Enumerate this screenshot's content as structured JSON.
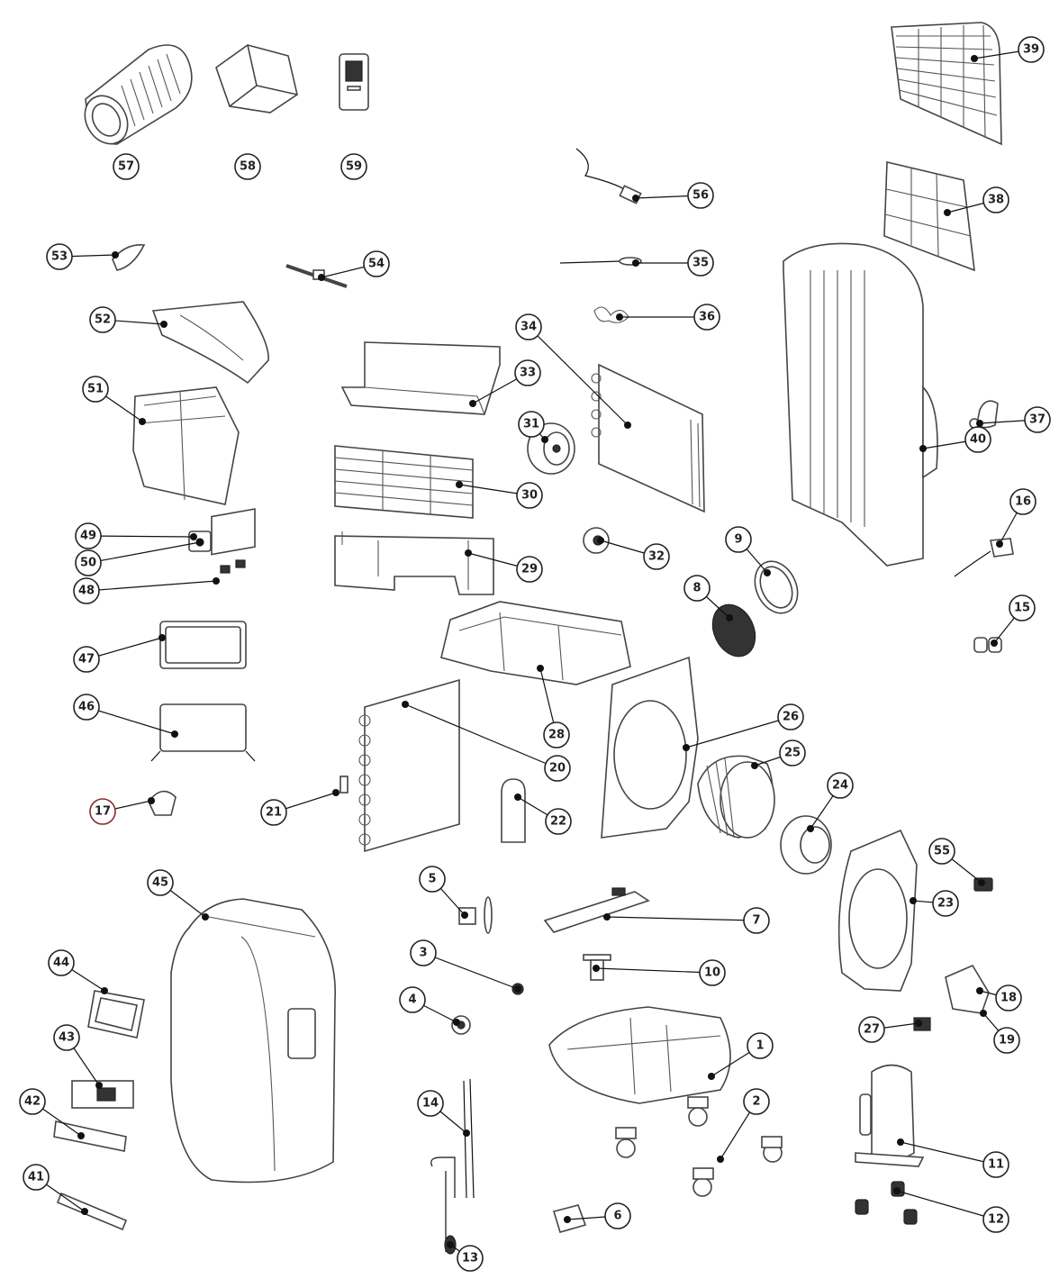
{
  "callouts": [
    {
      "id": "57",
      "label": "57"
    },
    {
      "id": "58",
      "label": "58"
    },
    {
      "id": "59",
      "label": "59"
    },
    {
      "id": "39",
      "label": "39"
    },
    {
      "id": "38",
      "label": "38"
    },
    {
      "id": "56",
      "label": "56"
    },
    {
      "id": "35",
      "label": "35"
    },
    {
      "id": "36",
      "label": "36"
    },
    {
      "id": "53",
      "label": "53"
    },
    {
      "id": "54",
      "label": "54"
    },
    {
      "id": "52",
      "label": "52"
    },
    {
      "id": "34",
      "label": "34"
    },
    {
      "id": "33",
      "label": "33"
    },
    {
      "id": "51",
      "label": "51"
    },
    {
      "id": "31",
      "label": "31"
    },
    {
      "id": "37",
      "label": "37"
    },
    {
      "id": "40",
      "label": "40"
    },
    {
      "id": "30",
      "label": "30"
    },
    {
      "id": "16",
      "label": "16"
    },
    {
      "id": "49",
      "label": "49"
    },
    {
      "id": "50",
      "label": "50"
    },
    {
      "id": "9",
      "label": "9"
    },
    {
      "id": "32",
      "label": "32"
    },
    {
      "id": "29",
      "label": "29"
    },
    {
      "id": "8",
      "label": "8"
    },
    {
      "id": "48",
      "label": "48"
    },
    {
      "id": "15",
      "label": "15"
    },
    {
      "id": "47",
      "label": "47"
    },
    {
      "id": "46",
      "label": "46"
    },
    {
      "id": "28",
      "label": "28"
    },
    {
      "id": "26",
      "label": "26"
    },
    {
      "id": "20",
      "label": "20"
    },
    {
      "id": "25",
      "label": "25"
    },
    {
      "id": "17",
      "label": "17"
    },
    {
      "id": "24",
      "label": "24"
    },
    {
      "id": "21",
      "label": "21"
    },
    {
      "id": "22",
      "label": "22"
    },
    {
      "id": "45",
      "label": "45"
    },
    {
      "id": "55",
      "label": "55"
    },
    {
      "id": "5",
      "label": "5"
    },
    {
      "id": "7",
      "label": "7"
    },
    {
      "id": "23",
      "label": "23"
    },
    {
      "id": "44",
      "label": "44"
    },
    {
      "id": "3",
      "label": "3"
    },
    {
      "id": "10",
      "label": "10"
    },
    {
      "id": "18",
      "label": "18"
    },
    {
      "id": "4",
      "label": "4"
    },
    {
      "id": "27",
      "label": "27"
    },
    {
      "id": "19",
      "label": "19"
    },
    {
      "id": "43",
      "label": "43"
    },
    {
      "id": "1",
      "label": "1"
    },
    {
      "id": "14",
      "label": "14"
    },
    {
      "id": "2",
      "label": "2"
    },
    {
      "id": "42",
      "label": "42"
    },
    {
      "id": "11",
      "label": "11"
    },
    {
      "id": "41",
      "label": "41"
    },
    {
      "id": "6",
      "label": "6"
    },
    {
      "id": "12",
      "label": "12"
    },
    {
      "id": "13",
      "label": "13"
    }
  ],
  "colors": {
    "line": "#444444",
    "callout_border": "#222222",
    "callout_highlight": "#8a2b2b"
  }
}
